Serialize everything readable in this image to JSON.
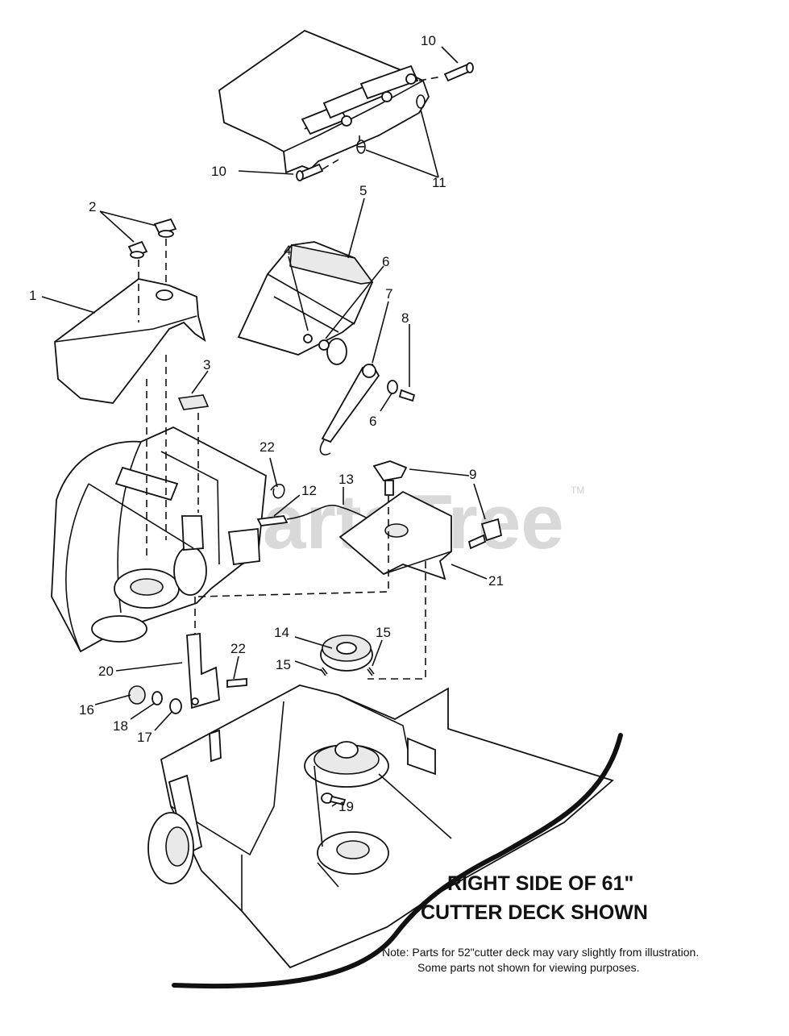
{
  "watermark": {
    "text": "PartsTree",
    "trademark": "TM"
  },
  "title_lines": [
    "RIGHT SIDE OF 61\"",
    "CUTTER DECK SHOWN"
  ],
  "note_lines": [
    "Note:  Parts for 52\"cutter deck may vary slightly from illustration.",
    "Some parts not shown for viewing purposes."
  ],
  "callouts": {
    "c1": "1",
    "c2": "2",
    "c3": "3",
    "c4": "4",
    "c5": "5",
    "c6a": "6",
    "c6b": "6",
    "c7": "7",
    "c8": "8",
    "c9": "9",
    "c10a": "10",
    "c10b": "10",
    "c11": "11",
    "c12": "12",
    "c13": "13",
    "c14": "14",
    "c15a": "15",
    "c15b": "15",
    "c16": "16",
    "c17": "17",
    "c18": "18",
    "c19": "19",
    "c20": "20",
    "c21": "21",
    "c22a": "22",
    "c22b": "22"
  }
}
